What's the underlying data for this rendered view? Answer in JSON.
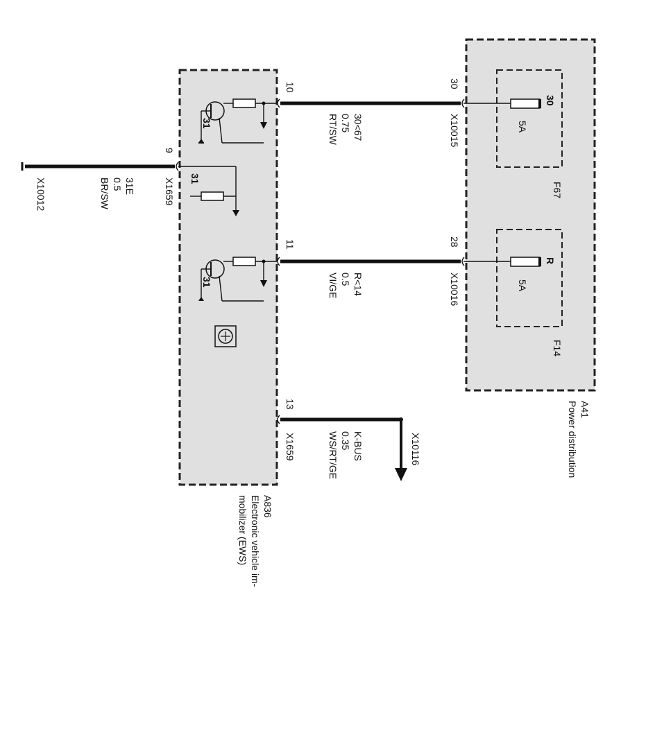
{
  "modules": {
    "a836": {
      "id": "A836",
      "name_line1": "Electronic vehicle im-",
      "name_line2": "mobilizer (EWS)"
    },
    "a41": {
      "id": "A41",
      "name": "Power distribution"
    }
  },
  "fuses": {
    "f67": {
      "id": "F67",
      "terminal": "30",
      "rating": "5A"
    },
    "f14": {
      "id": "F14",
      "terminal": "R",
      "rating": "5A"
    }
  },
  "wires": {
    "w10": {
      "function": "30<67",
      "gauge": "0.75",
      "color": "RT/SW"
    },
    "w11": {
      "function": "R<14",
      "gauge": "0.5",
      "color": "VI/GE"
    },
    "w13": {
      "function": "K-BUS",
      "gauge": "0.35",
      "color": "WS/RT/GE"
    },
    "w9": {
      "function": "31E",
      "gauge": "0.5",
      "color": "BR/SW"
    }
  },
  "pins": {
    "p10": "10",
    "p11": "11",
    "p13": "13",
    "p9": "9",
    "p30": "30",
    "p28": "28",
    "g1": "31",
    "g2": "31",
    "g3": "31"
  },
  "connectors": {
    "x1659_top": "X1659",
    "x1659_bottom": "X1659",
    "x10015": "X10015",
    "x10016": "X10016",
    "x10116": "X10116",
    "x10012": "X10012"
  }
}
